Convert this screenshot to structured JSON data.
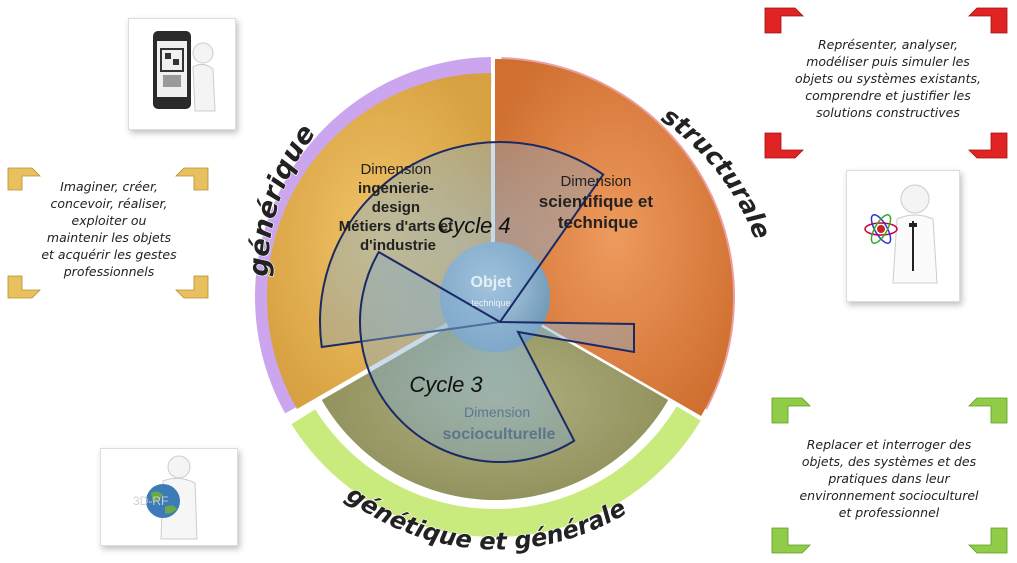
{
  "arcs": {
    "generique": "générique",
    "structurale": "structurale",
    "genetique": "génétique et générale"
  },
  "sectors": {
    "ingenierie": [
      "Dimension",
      "ingénierie-",
      "design",
      "Métiers d'arts et",
      "d'industrie"
    ],
    "scientifique": [
      "Dimension",
      "scientifique et",
      "technique"
    ],
    "socioculturelle": [
      "Dimension",
      "socioculturelle"
    ]
  },
  "center": {
    "title": "Objet",
    "subtitle": "technique"
  },
  "cycles": {
    "cycle4": "Cycle 4",
    "cycle3": "Cycle 3"
  },
  "captions": {
    "left": [
      "Imaginer, créer,",
      "concevoir, réaliser,",
      "exploiter ou",
      "maintenir les objets",
      "et acquérir les gestes",
      "professionnels"
    ],
    "top_right": [
      "Représenter, analyser,",
      "modéliser puis simuler les",
      "objets ou systèmes existants,",
      "comprendre et justifier les",
      "solutions constructives"
    ],
    "bottom_right": [
      "Replacer et interroger des",
      "objets, des systèmes et des",
      "pratiques dans leur",
      "environnement socioculturel",
      "et professionnel"
    ]
  },
  "watermark": "3D-RF",
  "colors": {
    "violet": "#c8a2ea",
    "salmon": "#e8989a",
    "lime": "#c8e878",
    "orange_sector": "#d9844a",
    "yellow_sector": "#e0b04e",
    "olive_sector": "#9a9a66",
    "cycle_outline": "#1a2a66",
    "bracket_yellow": "#e8c060",
    "bracket_red": "#e02020",
    "bracket_green": "#8cc840"
  },
  "icons": {
    "top_left": "person-with-phone-icon",
    "right": "scientist-with-atom-icon",
    "bottom_left": "person-with-globe-icon"
  }
}
